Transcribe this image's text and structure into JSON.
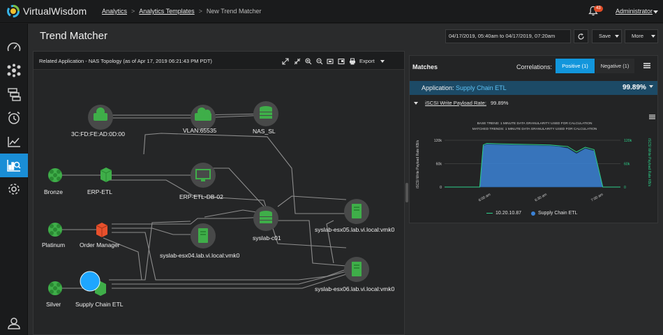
{
  "app": {
    "brand": "VirtualWisdom"
  },
  "breadcrumb": {
    "item1": "Analytics",
    "item2": "Analytics Templates",
    "current": "New Trend Matcher"
  },
  "header": {
    "alert_count": "43",
    "user": "Administrator"
  },
  "page": {
    "title": "Trend Matcher",
    "date_range": "04/17/2019, 05:40am to 04/17/2019, 07:20am",
    "save_label": "Save",
    "more_label": "More"
  },
  "sidebar": {
    "items": [
      "speedometer-icon",
      "topology-icon",
      "reports-icon",
      "alarm-icon",
      "trend-icon",
      "analytics-icon",
      "settings-icon"
    ],
    "active": "analytics-icon"
  },
  "topology": {
    "title": "Related Application - NAS Topology (as of Apr 17, 2019 06:21:43 PM PDT)",
    "export_label": "Export",
    "nodes": {
      "mac": "3C:FD:FE:AD:0D:00",
      "vlan": "VLAN:65535",
      "nas": "NAS_SL",
      "bronze": "Bronze",
      "erp_etl": "ERP-ETL",
      "erp_db": "ERP-ETL-DB-02",
      "platinum": "Platinum",
      "order_manager": "Order Manager",
      "esx04": "syslab-esx04.lab.vi.local:vmk0",
      "syslab_c01": "syslab-c01",
      "esx05": "syslab-esx05.lab.vi.local:vmk0",
      "silver": "Silver",
      "supply_chain": "Supply Chain ETL",
      "esx06": "syslab-esx06.lab.vi.local:vmk0"
    }
  },
  "matches": {
    "title": "Matches",
    "correlations_label": "Correlations:",
    "positive": "Positive (1)",
    "negative": "Negative (1)",
    "application_label": "Application:",
    "application_value": "Supply Chain ETL",
    "application_pct": "99.89%",
    "metric_name": "iSCSI Write Payload Rate:",
    "metric_pct": "99.89%"
  },
  "chart_data": {
    "type": "area",
    "note_lines": [
      "BASE TREND: 1 MINUTE DATA GRANULARITY USED FOR CALCULATION",
      "MATCHED TRENDS: 1 MINUTE DATA GRANULARITY USED FOR CALCULATION"
    ],
    "ylabel_left": "iSCSI Write Payload Rate KB/s",
    "ylabel_right": "iSCSI Write Payload Rate KB/s",
    "left_ticks": [
      "120k",
      "60k",
      "0"
    ],
    "right_ticks": [
      "120k",
      "60k",
      "0"
    ],
    "x_ticks": [
      "6:00 am",
      "6:30 am",
      "7:00 am"
    ],
    "ylim": [
      0,
      120000
    ],
    "x_minutes": [
      0,
      10,
      20,
      22,
      24,
      30,
      40,
      50,
      60,
      65,
      70,
      75,
      80,
      85,
      90,
      95,
      100
    ],
    "series": [
      {
        "name": "10.20.10.87",
        "color": "#2dd18a",
        "values": [
          0,
          0,
          0,
          108000,
          112000,
          111000,
          110000,
          109000,
          108000,
          106000,
          104000,
          90000,
          102000,
          96000,
          0,
          0,
          0
        ]
      },
      {
        "name": "Supply Chain ETL",
        "color": "#3b82d6",
        "values": [
          0,
          0,
          0,
          106000,
          110000,
          109000,
          108000,
          107000,
          106000,
          104000,
          100000,
          86000,
          99000,
          93000,
          0,
          0,
          0
        ]
      }
    ],
    "legend_position": "bottom"
  }
}
